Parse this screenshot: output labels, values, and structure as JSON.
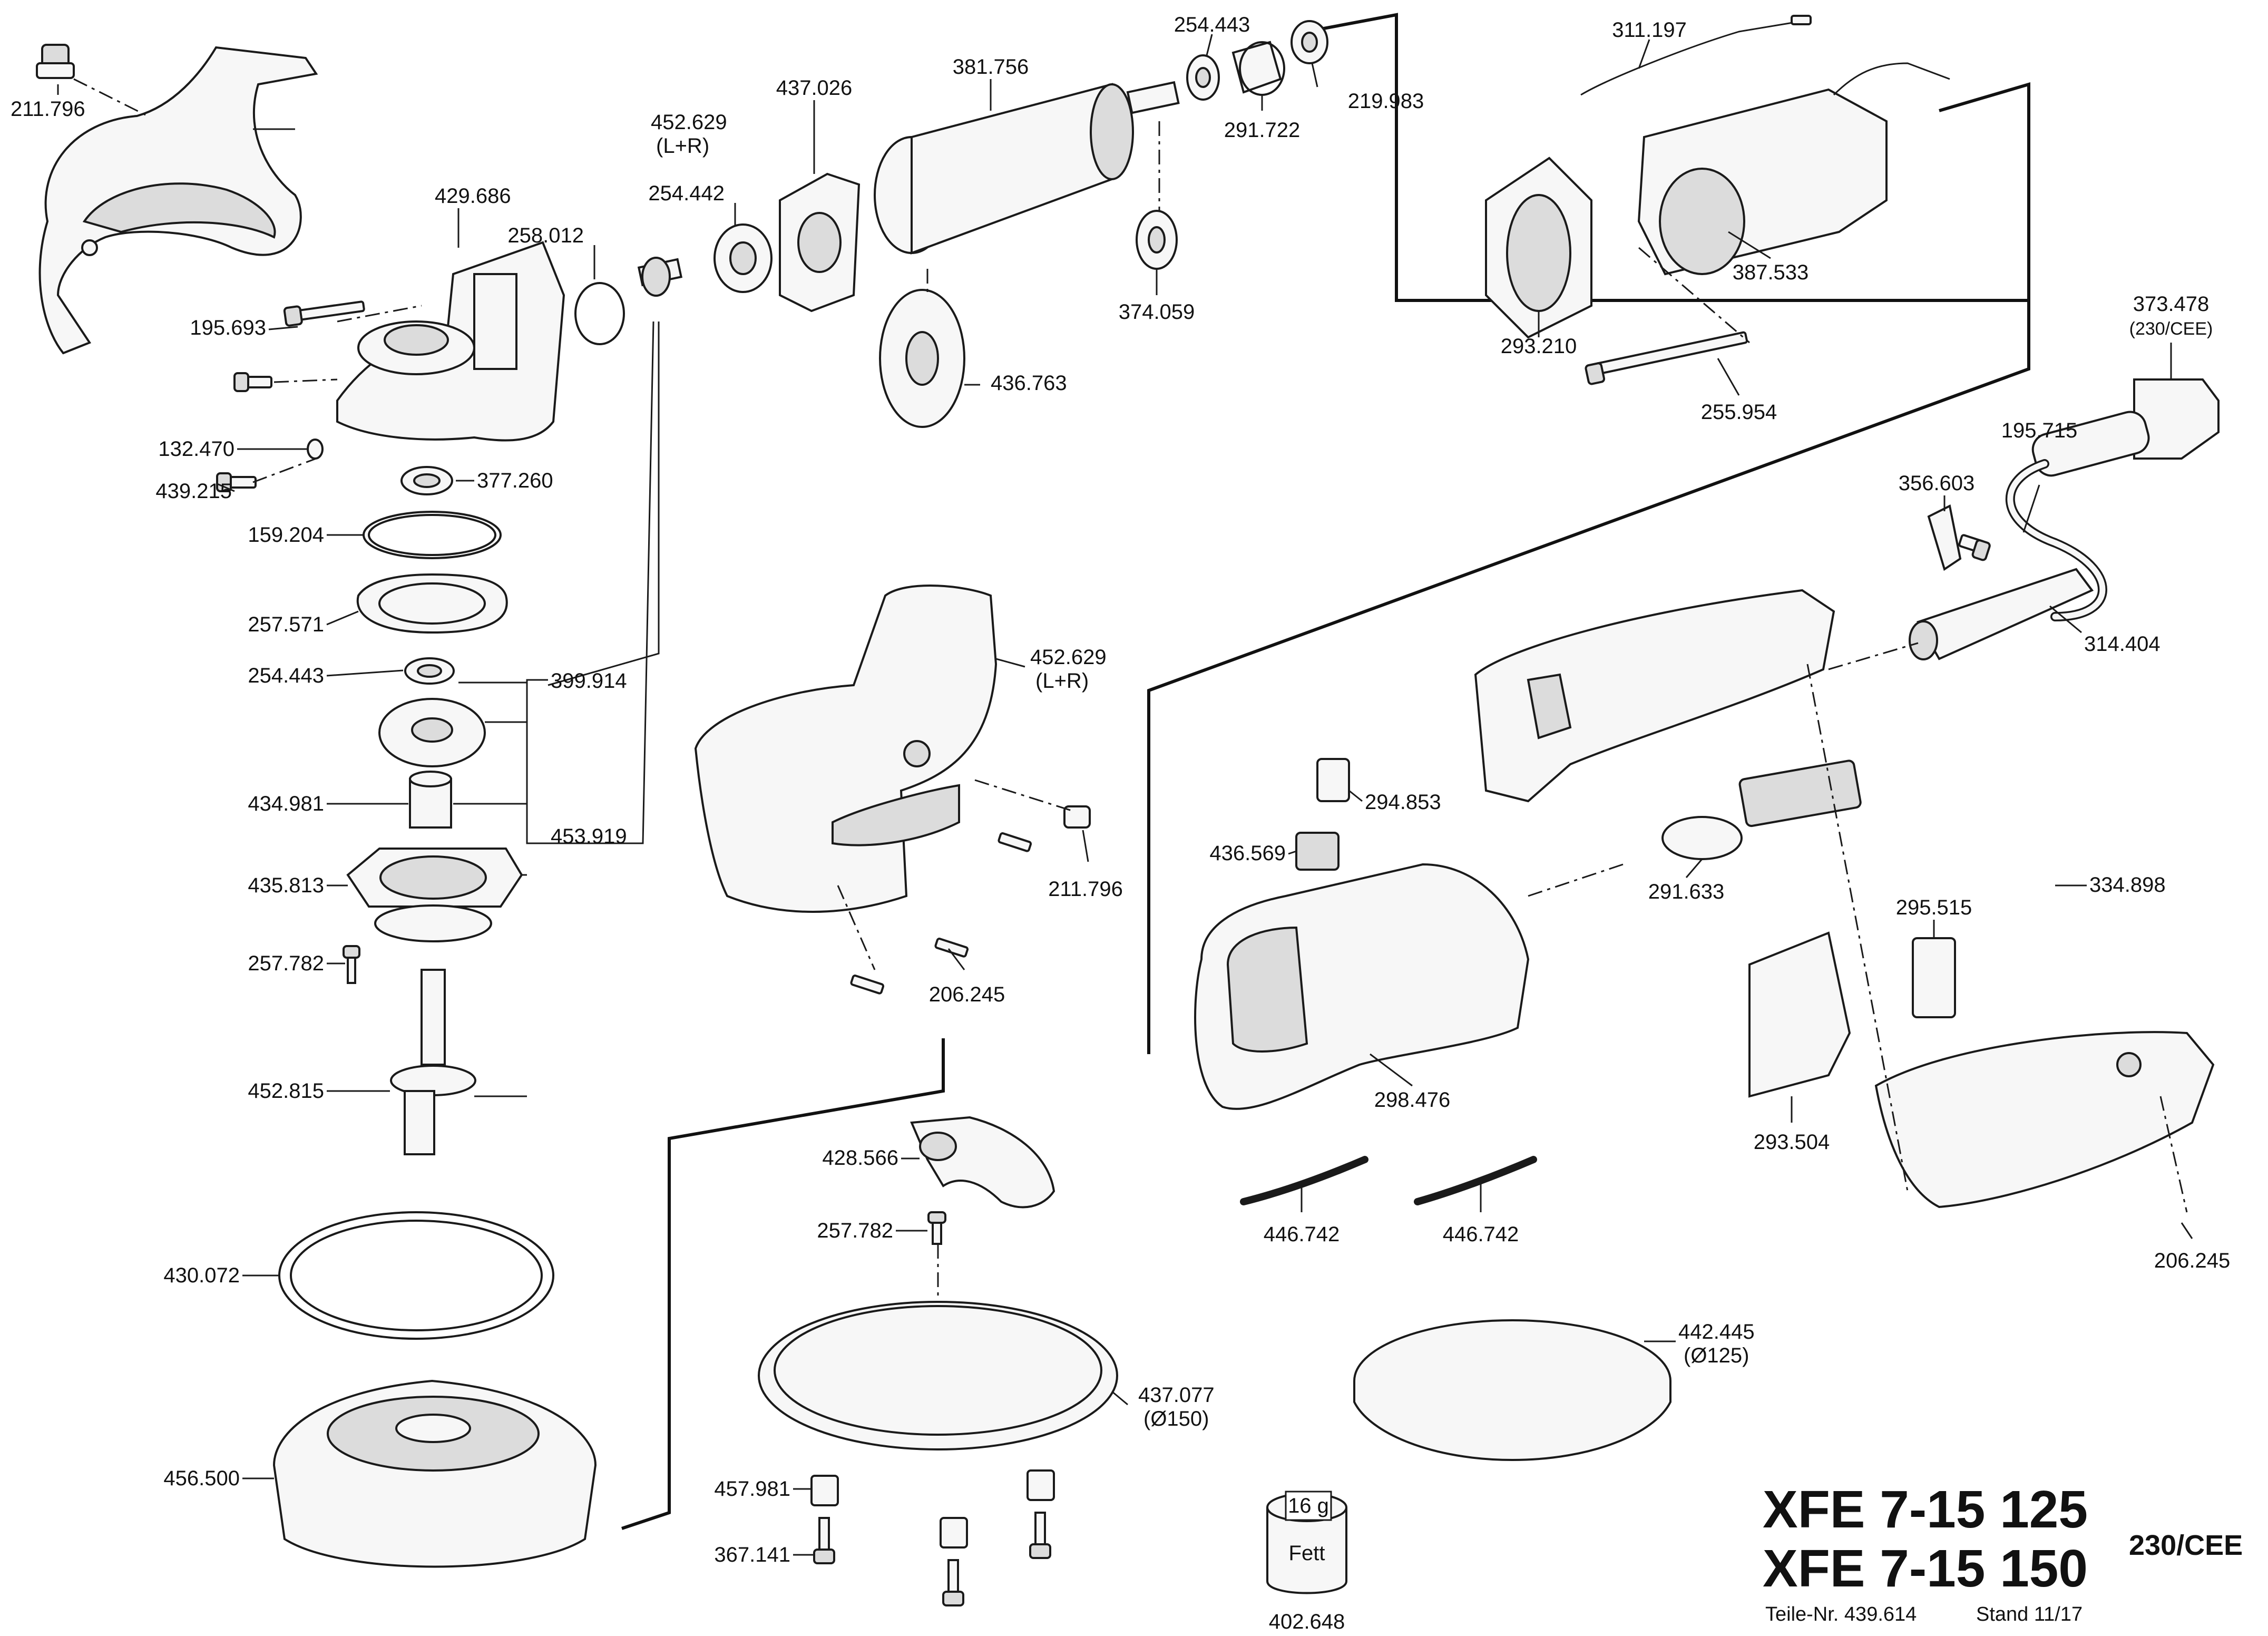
{
  "parts": [
    {
      "id": "211.796",
      "name": "part-211-796"
    },
    {
      "id": "452.629",
      "sub": "(L+R)",
      "name": "part-452-629-a"
    },
    {
      "id": "429.686",
      "name": "part-429-686"
    },
    {
      "id": "258.012",
      "name": "part-258-012"
    },
    {
      "id": "254.442",
      "name": "part-254-442"
    },
    {
      "id": "437.026",
      "name": "part-437-026"
    },
    {
      "id": "381.756",
      "name": "part-381-756"
    },
    {
      "id": "254.443",
      "name": "part-254-443-top"
    },
    {
      "id": "219.983",
      "name": "part-219-983"
    },
    {
      "id": "291.722",
      "name": "part-291-722"
    },
    {
      "id": "311.197",
      "name": "part-311-197"
    },
    {
      "id": "374.059",
      "name": "part-374-059"
    },
    {
      "id": "436.763",
      "name": "part-436-763"
    },
    {
      "id": "387.533",
      "name": "part-387-533"
    },
    {
      "id": "293.210",
      "name": "part-293-210"
    },
    {
      "id": "255.954",
      "name": "part-255-954"
    },
    {
      "id": "373.478",
      "sub": "(230/CEE)",
      "name": "part-373-478"
    },
    {
      "id": "195.693",
      "name": "part-195-693"
    },
    {
      "id": "132.470",
      "name": "part-132-470"
    },
    {
      "id": "439.215",
      "name": "part-439-215"
    },
    {
      "id": "377.260",
      "name": "part-377-260"
    },
    {
      "id": "159.204",
      "name": "part-159-204"
    },
    {
      "id": "257.571",
      "name": "part-257-571"
    },
    {
      "id": "254.443",
      "name": "part-254-443-left"
    },
    {
      "id": "399.914",
      "name": "part-399-914"
    },
    {
      "id": "434.981",
      "name": "part-434-981"
    },
    {
      "id": "453.919",
      "name": "part-453-919"
    },
    {
      "id": "435.813",
      "name": "part-435-813"
    },
    {
      "id": "257.782",
      "name": "part-257-782-left"
    },
    {
      "id": "452.815",
      "name": "part-452-815"
    },
    {
      "id": "195.715",
      "name": "part-195-715"
    },
    {
      "id": "356.603",
      "name": "part-356-603"
    },
    {
      "id": "314.404",
      "name": "part-314-404"
    },
    {
      "id": "452.629",
      "sub": "(L+R)",
      "name": "part-452-629-b"
    },
    {
      "id": "211.796",
      "name": "part-211-796-b"
    },
    {
      "id": "206.245",
      "name": "part-206-245-mid"
    },
    {
      "id": "294.853",
      "name": "part-294-853"
    },
    {
      "id": "436.569",
      "name": "part-436-569"
    },
    {
      "id": "291.633",
      "name": "part-291-633"
    },
    {
      "id": "295.515",
      "name": "part-295-515"
    },
    {
      "id": "334.898",
      "name": "part-334-898"
    },
    {
      "id": "298.476",
      "name": "part-298-476"
    },
    {
      "id": "293.504",
      "name": "part-293-504"
    },
    {
      "id": "206.245",
      "name": "part-206-245-right"
    },
    {
      "id": "428.566",
      "name": "part-428-566"
    },
    {
      "id": "257.782",
      "name": "part-257-782-mid"
    },
    {
      "id": "446.742",
      "name": "part-446-742-a"
    },
    {
      "id": "446.742",
      "name": "part-446-742-b"
    },
    {
      "id": "430.072",
      "name": "part-430-072"
    },
    {
      "id": "442.445",
      "sub": "(Ø125)",
      "name": "part-442-445"
    },
    {
      "id": "437.077",
      "sub": "(Ø150)",
      "name": "part-437-077"
    },
    {
      "id": "456.500",
      "name": "part-456-500"
    },
    {
      "id": "457.981",
      "name": "part-457-981"
    },
    {
      "id": "367.141",
      "name": "part-367-141"
    },
    {
      "id": "402.648",
      "name": "part-402-648"
    }
  ],
  "grease": {
    "amount": "16 g",
    "label": "Fett"
  },
  "title": {
    "line1": "XFE 7-15 125",
    "line2": "XFE 7-15 150",
    "voltage": "230/CEE"
  },
  "footer": {
    "part_no": "Teile-Nr. 439.614",
    "stand": "Stand 11/17"
  }
}
